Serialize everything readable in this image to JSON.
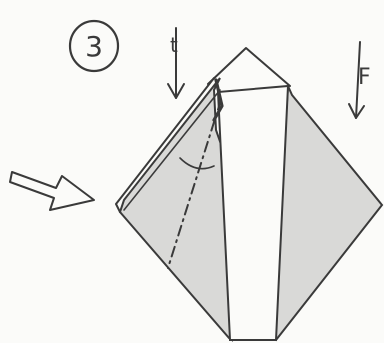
{
  "diagram": {
    "step_number": "3",
    "fold_mark_left": "t",
    "fold_mark_right": "F",
    "colors": {
      "pencil": "#3a3a3a",
      "shade": "#d9d9d7",
      "paper": "#fbfbf9"
    }
  }
}
